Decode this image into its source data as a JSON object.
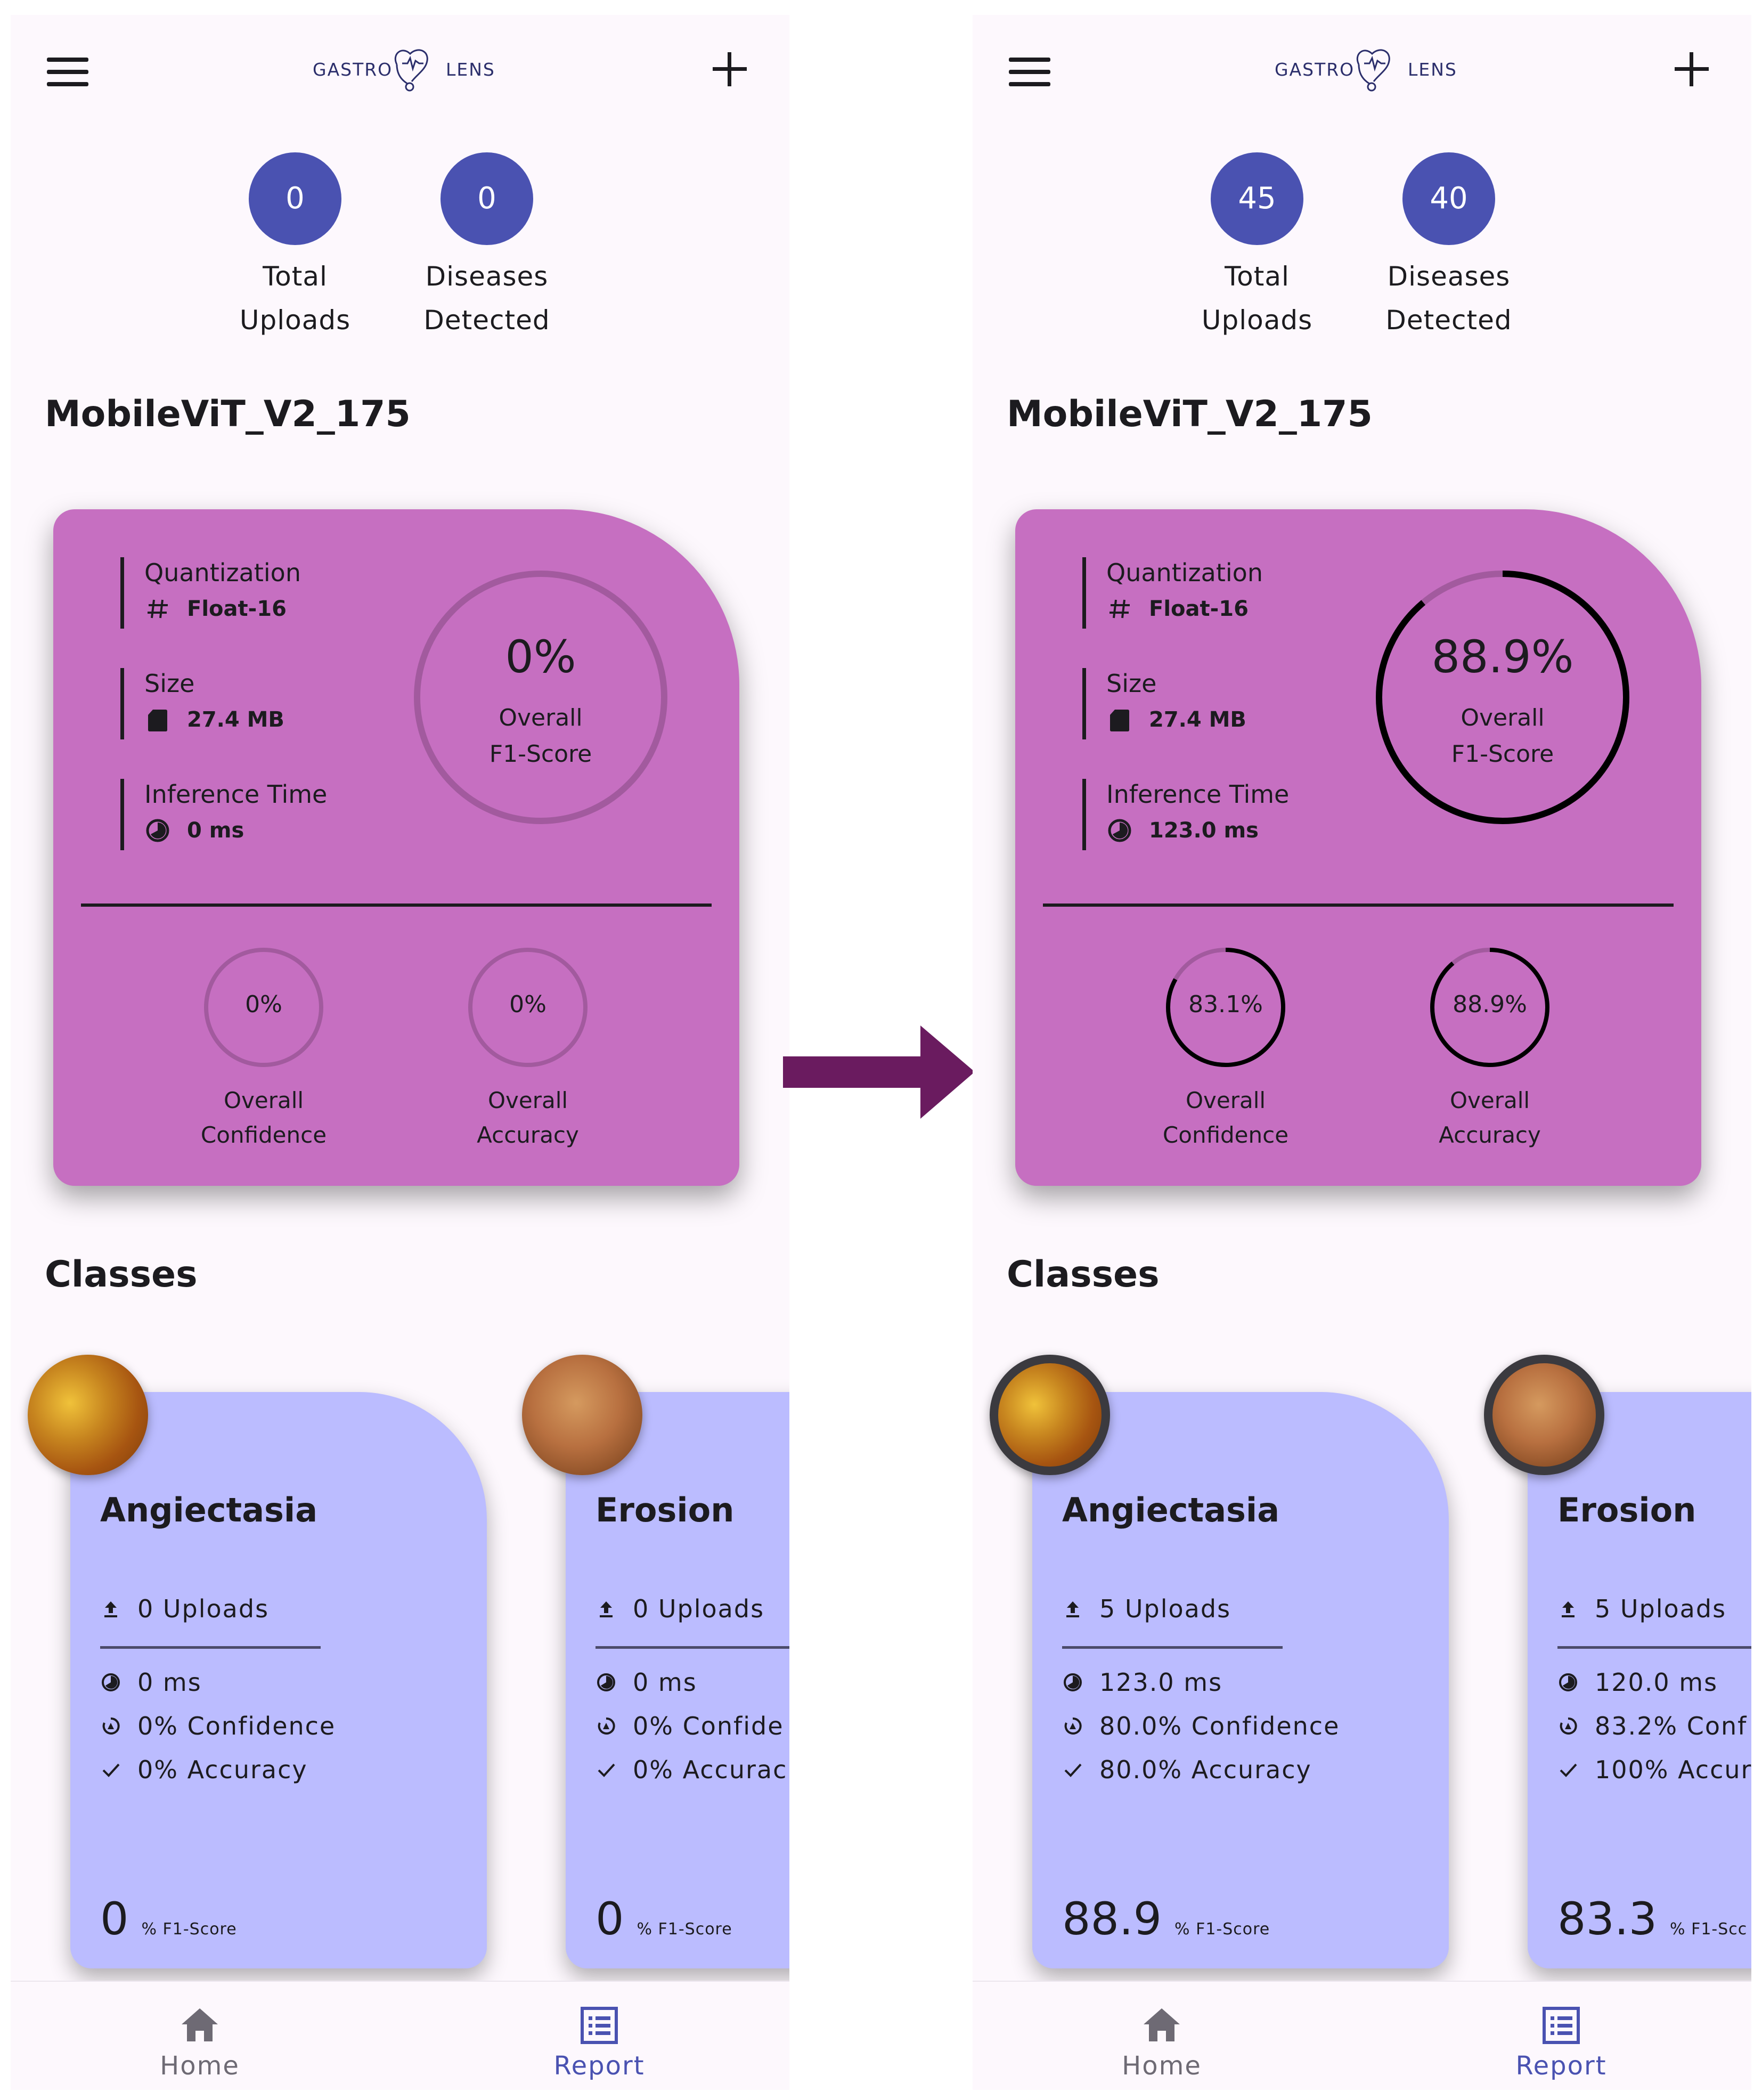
{
  "colors": {
    "accent": "#4a52b1",
    "model_card": "#c66fc1",
    "class_card": "#bbbcff",
    "arrow": "#6a1b5f",
    "gauge_active": "#000000",
    "gauge_track": "#a25a9e"
  },
  "screens": [
    {
      "header": {
        "logo_left": "GASTRO",
        "logo_right": "LENS"
      },
      "stats": {
        "uploads_value": "0",
        "uploads_label_1": "Total",
        "uploads_label_2": "Uploads",
        "diseases_value": "0",
        "diseases_label_1": "Diseases",
        "diseases_label_2": "Detected"
      },
      "model": {
        "name": "MobileViT_V2_175",
        "quantization_label": "Quantization",
        "quantization_value": "Float-16",
        "size_label": "Size",
        "size_value": "27.4 MB",
        "inference_label": "Inference Time",
        "inference_value": "0 ms",
        "f1_text": "0%",
        "f1_fraction": 0,
        "f1_label_1": "Overall",
        "f1_label_2": "F1-Score",
        "confidence_text": "0%",
        "confidence_fraction": 0,
        "confidence_label_1": "Overall",
        "confidence_label_2": "Confidence",
        "accuracy_text": "0%",
        "accuracy_fraction": 0,
        "accuracy_label_1": "Overall",
        "accuracy_label_2": "Accuracy"
      },
      "classes_title": "Classes",
      "classes": [
        {
          "name": "Angiectasia",
          "uploads": "0 Uploads",
          "time": "0 ms",
          "confidence": "0% Confidence",
          "accuracy": "0% Accuracy",
          "f1": "0",
          "f1_unit": "% F1-Score"
        },
        {
          "name": "Erosion",
          "uploads": "0 Uploads",
          "time": "0 ms",
          "confidence": "0% Confide",
          "accuracy": "0% Accurac",
          "f1": "0",
          "f1_unit": "% F1-Score"
        }
      ],
      "nav": {
        "home": "Home",
        "report": "Report"
      }
    },
    {
      "header": {
        "logo_left": "GASTRO",
        "logo_right": "LENS"
      },
      "stats": {
        "uploads_value": "45",
        "uploads_label_1": "Total",
        "uploads_label_2": "Uploads",
        "diseases_value": "40",
        "diseases_label_1": "Diseases",
        "diseases_label_2": "Detected"
      },
      "model": {
        "name": "MobileViT_V2_175",
        "quantization_label": "Quantization",
        "quantization_value": "Float-16",
        "size_label": "Size",
        "size_value": "27.4 MB",
        "inference_label": "Inference Time",
        "inference_value": "123.0 ms",
        "f1_text": "88.9%",
        "f1_fraction": 0.889,
        "f1_label_1": "Overall",
        "f1_label_2": "F1-Score",
        "confidence_text": "83.1%",
        "confidence_fraction": 0.831,
        "confidence_label_1": "Overall",
        "confidence_label_2": "Confidence",
        "accuracy_text": "88.9%",
        "accuracy_fraction": 0.889,
        "accuracy_label_1": "Overall",
        "accuracy_label_2": "Accuracy"
      },
      "classes_title": "Classes",
      "classes": [
        {
          "name": "Angiectasia",
          "uploads": "5 Uploads",
          "time": "123.0 ms",
          "confidence": "80.0% Confidence",
          "accuracy": "80.0% Accuracy",
          "f1": "88.9",
          "f1_unit": "% F1-Score"
        },
        {
          "name": "Erosion",
          "uploads": "5 Uploads",
          "time": "120.0 ms",
          "confidence": "83.2% Conf",
          "accuracy": "100% Accur",
          "f1": "83.3",
          "f1_unit": "% F1-Scc"
        }
      ],
      "nav": {
        "home": "Home",
        "report": "Report"
      }
    }
  ]
}
